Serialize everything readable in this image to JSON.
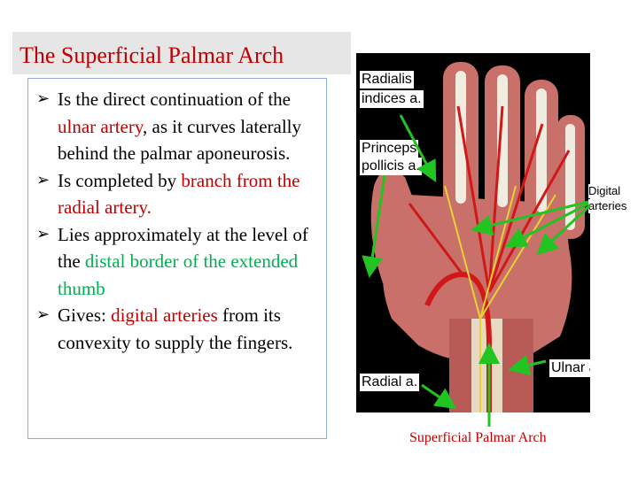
{
  "title": "The Superficial Palmar Arch",
  "bullets": [
    {
      "parts": [
        {
          "text": "Is the direct continuation of the ",
          "color": "black"
        },
        {
          "text": "ulnar artery",
          "color": "red"
        },
        {
          "text": ", as it curves laterally behind the palmar aponeurosis.",
          "color": "black"
        }
      ]
    },
    {
      "parts": [
        {
          "text": "Is completed by ",
          "color": "black"
        },
        {
          "text": "branch from the radial artery.",
          "color": "red"
        }
      ]
    },
    {
      "parts": [
        {
          "text": "Lies approximately at the level of the ",
          "color": "black"
        },
        {
          "text": "distal border of the extended thumb",
          "color": "green"
        }
      ]
    },
    {
      "parts": [
        {
          "text": "Gives: ",
          "color": "black"
        },
        {
          "text": "digital arteries",
          "color": "red"
        },
        {
          "text": " from its convexity to supply the fingers.",
          "color": "black"
        }
      ]
    }
  ],
  "labels": {
    "radialis_line1": "Radialis",
    "radialis_line2": "indices a.",
    "princeps_line1": "Princeps",
    "princeps_line2": "pollicis a.",
    "digital_line1": "Digital",
    "digital_line2": "arteries",
    "radial": "Radial a.",
    "ulnar": "Ulnar a"
  },
  "caption": "Superficial Palmar Arch",
  "icons": {
    "bullet": "arrowhead-bullet-icon",
    "arrow": "green-arrow-icon"
  },
  "colors": {
    "title": "#c00000",
    "red_text": "#c00000",
    "green_text": "#00b050",
    "arrow": "#22c422",
    "panel_border": "#8eaadb"
  }
}
